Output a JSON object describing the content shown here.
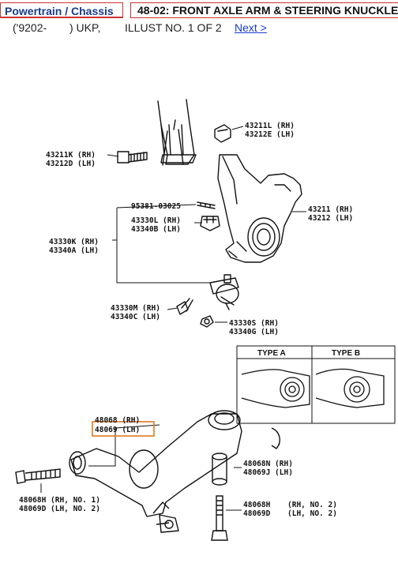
{
  "tabs": {
    "category": "Powertrain / Chassis",
    "title": "48-02: FRONT AXLE ARM & STEERING KNUCKLE"
  },
  "subheader": {
    "date": "('9202-",
    "model": ") UKP,",
    "illust": "ILLUST NO. 1 OF 2",
    "next_link": "Next >"
  },
  "diagram": {
    "parts": {
      "p43211L": "43211L (RH)",
      "p43212E": "43212E (LH)",
      "p43211K": "43211K (RH)",
      "p43212D": "43212D (LH)",
      "p95381": "95381-03025",
      "p43211": "43211 (RH)",
      "p43212": "43212 (LH)",
      "p43330L": "43330L (RH)",
      "p43340B": "43340B (LH)",
      "p43330K": "43330K (RH)",
      "p43340A": "43340A (LH)",
      "p43330M": "43330M (RH)",
      "p43340C": "43340C (LH)",
      "p43330S": "43330S (RH)",
      "p43340G": "43340G (LH)",
      "p48068": "48068 (RH)",
      "p48069": "48069 (LH)",
      "p48068N": "48068N (RH)",
      "p48069J": "48069J (LH)",
      "p48068H_no1": "48068H (RH, NO. 1)",
      "p48069D_no2": "48069D (LH, NO. 2)",
      "p48068H_r": "48068H",
      "p48068H_r_note": "(RH, NO. 2)",
      "p48069D_r": "48069D",
      "p48069D_r_note": "(LH, NO. 2)"
    },
    "type_a": "TYPE A",
    "type_b": "TYPE B",
    "highlight_color": "#e07a1f"
  }
}
